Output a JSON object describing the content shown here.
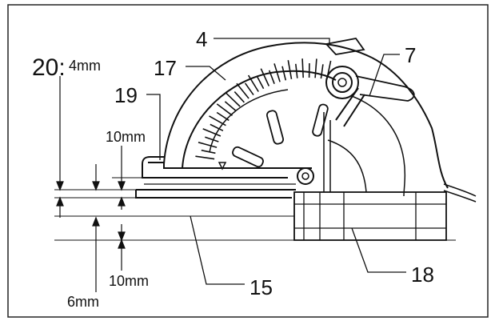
{
  "labels": {
    "dim_20_prefix": "20:",
    "dim_20_unit": "4mm",
    "dim_10_upper": "10mm",
    "dim_10_lower": "10mm",
    "dim_6": "6mm",
    "part_4": "4",
    "part_17": "17",
    "part_19": "19",
    "part_7": "7",
    "part_15": "15",
    "part_18": "18"
  }
}
